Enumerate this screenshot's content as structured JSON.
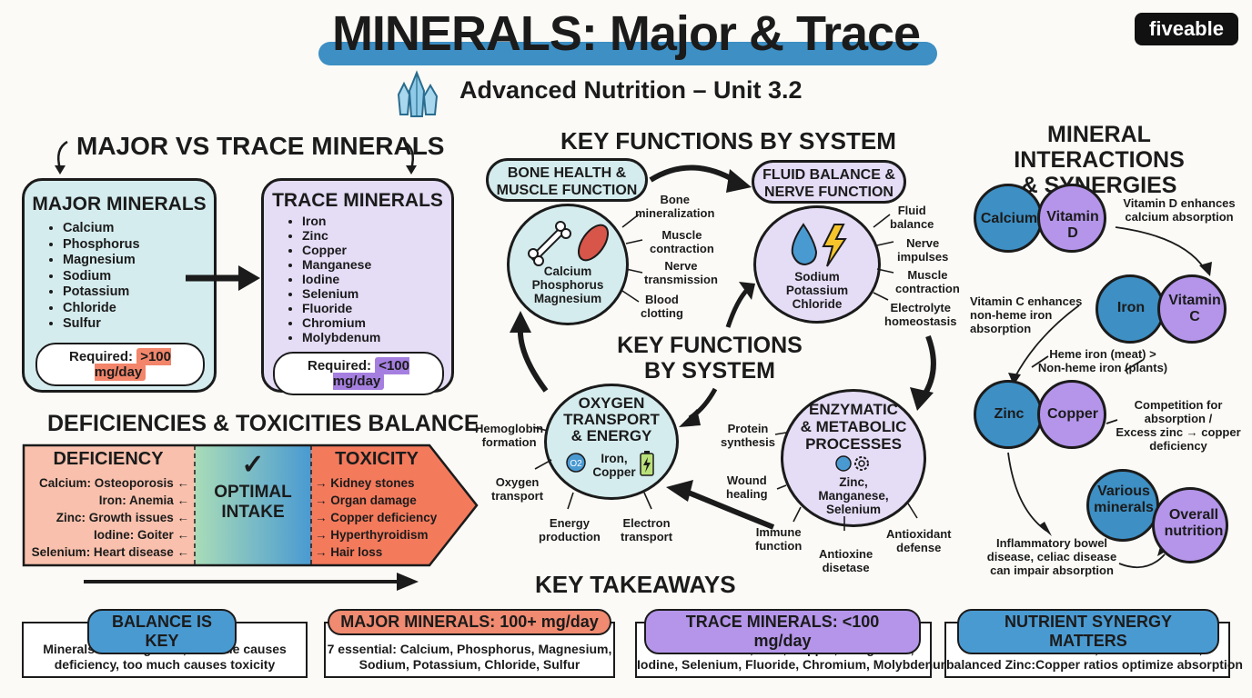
{
  "header": {
    "title": "MINERALS: Major & Trace",
    "subtitle": "Advanced Nutrition – Unit 3.2",
    "logo": "fiveable"
  },
  "compare": {
    "title": "MAJOR VS TRACE MINERALS",
    "major": {
      "title": "MAJOR MINERALS",
      "items": [
        "Calcium",
        "Phosphorus",
        "Magnesium",
        "Sodium",
        "Potassium",
        "Chloride",
        "Sulfur"
      ],
      "req_label": "Required:",
      "req_value": ">100 mg/day"
    },
    "trace": {
      "title": "TRACE MINERALS",
      "items": [
        "Iron",
        "Zinc",
        "Copper",
        "Manganese",
        "Iodine",
        "Selenium",
        "Fluoride",
        "Chromium",
        "Molybdenum"
      ],
      "req_label": "Required:",
      "req_value": "<100 mg/day"
    }
  },
  "balance": {
    "title": "DEFICIENCIES & TOXICITIES BALANCE",
    "deficiency": {
      "title": "DEFICIENCY",
      "items": [
        "Calcium: Osteoporosis ←",
        "Iron: Anemia ←",
        "Zinc: Growth issues ←",
        "Iodine: Goiter ←",
        "Selenium: Heart disease ←"
      ]
    },
    "optimal": {
      "check": "✓",
      "line1": "OPTIMAL",
      "line2": "INTAKE"
    },
    "toxicity": {
      "title": "TOXICITY",
      "items": [
        "→ Kidney stones",
        "→ Organ damage",
        "→ Copper deficiency",
        "→ Hyperthyroidism",
        "→ Hair loss"
      ]
    }
  },
  "functions": {
    "title": "KEY FUNCTIONS BY SYSTEM",
    "center_line1": "KEY FUNCTIONS",
    "center_line2": "BY SYSTEM",
    "bone": {
      "pill_line1": "BONE HEALTH &",
      "pill_line2": "MUSCLE FUNCTION",
      "minerals": [
        "Calcium",
        "Phosphorus",
        "Magnesium"
      ],
      "labels": [
        "Bone\nmineralization",
        "Muscle\ncontraction",
        "Nerve\ntransmission",
        "Blood\nclotting"
      ]
    },
    "fluid": {
      "pill_line1": "FLUID BALANCE &",
      "pill_line2": "NERVE FUNCTION",
      "minerals": [
        "Sodium",
        "Potassium",
        "Chloride"
      ],
      "labels": [
        "Fluid\nbalance",
        "Nerve\nimpulses",
        "Muscle\ncontraction",
        "Electrolyte\nhomeostasis"
      ]
    },
    "oxygen": {
      "title_line1": "OXYGEN",
      "title_line2": "TRANSPORT",
      "title_line3": "& ENERGY",
      "minerals": "Iron,\nCopper",
      "labels": [
        "Hemoglobin\nformation",
        "Oxygen\ntransport",
        "Energy\nproduction",
        "Electron\ntransport"
      ]
    },
    "enzymatic": {
      "title_line1": "ENZYMATIC",
      "title_line2": "& METABOLIC",
      "title_line3": "PROCESSES",
      "minerals": "Zinc,\nManganese,\nSelenium",
      "labels": [
        "Protein\nsynthesis",
        "Wound\nhealing",
        "Immune\nfunction",
        "Antioxine\ndisetase",
        "Antioxidant\ndefense"
      ]
    }
  },
  "interactions": {
    "title_line1": "MINERAL INTERACTIONS",
    "title_line2": "& SYNERGIES",
    "pairs": [
      {
        "a": "Calcium",
        "b": "Vitamin\nD",
        "note": "Vitamin D enhances\ncalcium absorption"
      },
      {
        "a": "Iron",
        "b": "Vitamin\nC",
        "note": "Vitamin C enhances\nnon-heme iron\nabsorption"
      },
      {
        "a": "Zinc",
        "b": "Copper",
        "note": "Competition for\nabsorption /\nExcess zinc → copper\ndeficiency"
      },
      {
        "a": "Various\nminerals",
        "b": "Overall\nnutrition",
        "note": "Inflammatory bowel\ndisease, celiac disease\ncan impair absorption"
      }
    ],
    "heme_note": "Heme iron (meat) >\nNon-heme iron (plants)"
  },
  "takeaways": {
    "title": "KEY TAKEAWAYS",
    "items": [
      {
        "label": "BALANCE IS KEY",
        "text": "Minerals work together; too little causes\ndeficiency, too much causes toxicity",
        "color": "#4a9ad2"
      },
      {
        "label": "MAJOR MINERALS: 100+ mg/day",
        "text": "7 essential: Calcium, Phosphorus, Magnesium,\nSodium, Potassium, Chloride, Sulfur",
        "color": "#f08a70"
      },
      {
        "label": "TRACE MINERALS: <100 mg/day",
        "text": "9 essential: Iron, Zinc, Copper, Manganese,\nIodine, Selenium, Fluoride, Chromium, Molybdenum",
        "color": "#b495ea"
      },
      {
        "label": "NUTRIENT SYNERGY MATTERS",
        "text": "Vitamin D + Calcium, Vitamin C + Iron,\nbalanced Zinc:Copper ratios optimize absorption",
        "color": "#4a9ad2"
      }
    ]
  },
  "colors": {
    "blue": "#3d8fc4",
    "teal_fill": "#d5ecee",
    "purple_fill": "#e5dcf6",
    "red": "#f2856a",
    "purple": "#a57fe0"
  }
}
